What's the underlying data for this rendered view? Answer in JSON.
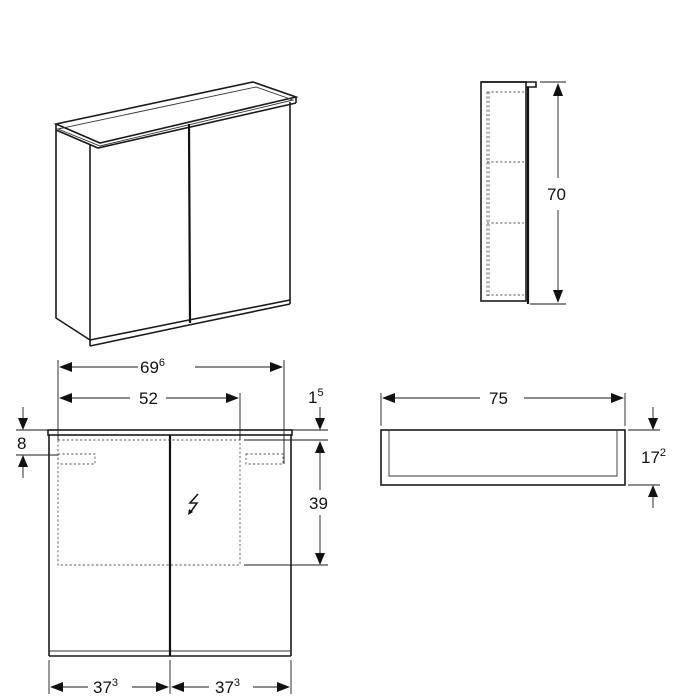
{
  "drawing": {
    "title": "Mirror cabinet technical drawing",
    "views": [
      "isometric",
      "side",
      "front",
      "top"
    ],
    "dimensions": {
      "side_height": "70",
      "overall_width": {
        "base": "69",
        "sup": "6"
      },
      "inner_width": "52",
      "top_offset": {
        "base": "1",
        "sup": "5"
      },
      "socket_height": "8",
      "cutout_height": "39",
      "door_left": {
        "base": "37",
        "sup": "3"
      },
      "door_right": {
        "base": "37",
        "sup": "3"
      },
      "top_width": "75",
      "depth": {
        "base": "17",
        "sup": "2"
      }
    },
    "icons": {
      "electric": "lightning-bolt-icon"
    }
  }
}
